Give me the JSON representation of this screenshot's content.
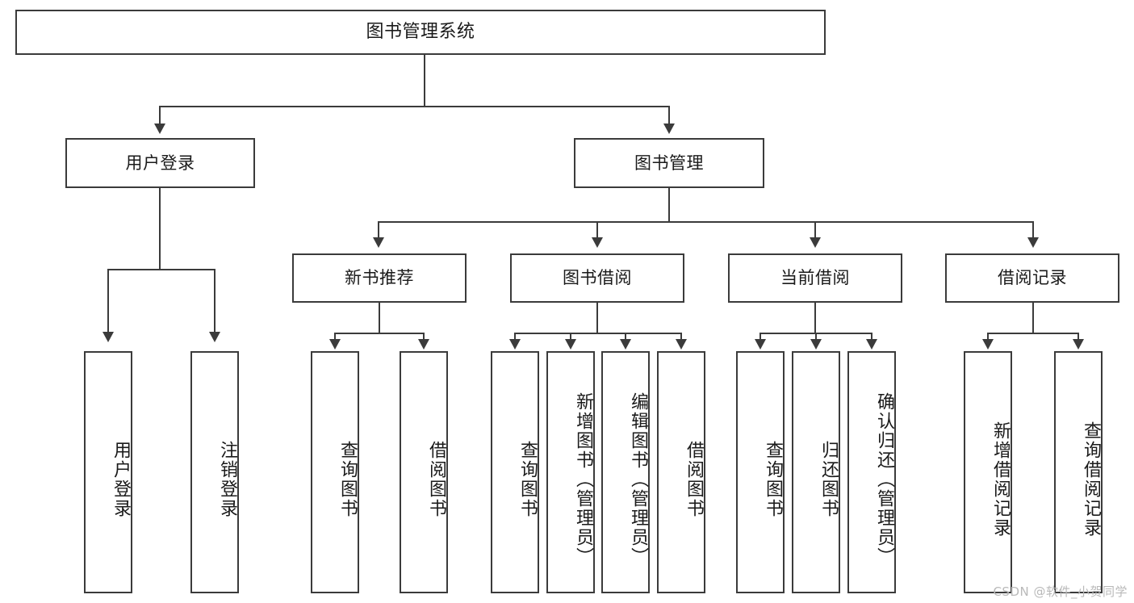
{
  "diagram": {
    "type": "tree",
    "title": "图书管理系统",
    "orientation": "top-down",
    "colors": {
      "box_border": "#3b3b3b",
      "box_fill": "#ffffff",
      "connector": "#3b3b3b",
      "text": "#1a1a1a",
      "watermark": "#b9b9b9",
      "background": "#ffffff"
    },
    "root": {
      "label": "图书管理系统"
    },
    "level2": [
      {
        "label": "用户登录"
      },
      {
        "label": "图书管理"
      }
    ],
    "level3": [
      {
        "label": "新书推荐"
      },
      {
        "label": "图书借阅"
      },
      {
        "label": "当前借阅"
      },
      {
        "label": "借阅记录"
      }
    ],
    "leaves": {
      "user_login": [
        {
          "label": "用户登录"
        },
        {
          "label": "注销登录"
        }
      ],
      "new_book_recommend": [
        {
          "label": "查询图书"
        },
        {
          "label": "借阅图书"
        }
      ],
      "book_borrow": [
        {
          "label": "查询图书"
        },
        {
          "label": "新增图书（管理员）"
        },
        {
          "label": "编辑图书（管理员）"
        },
        {
          "label": "借阅图书"
        }
      ],
      "current_borrow": [
        {
          "label": "查询图书"
        },
        {
          "label": "归还图书"
        },
        {
          "label": "确认归还（管理员）"
        }
      ],
      "borrow_records": [
        {
          "label": "新增借阅记录"
        },
        {
          "label": "查询借阅记录"
        }
      ]
    }
  },
  "watermark": {
    "text": "CSDN @软件_小贺同学"
  }
}
